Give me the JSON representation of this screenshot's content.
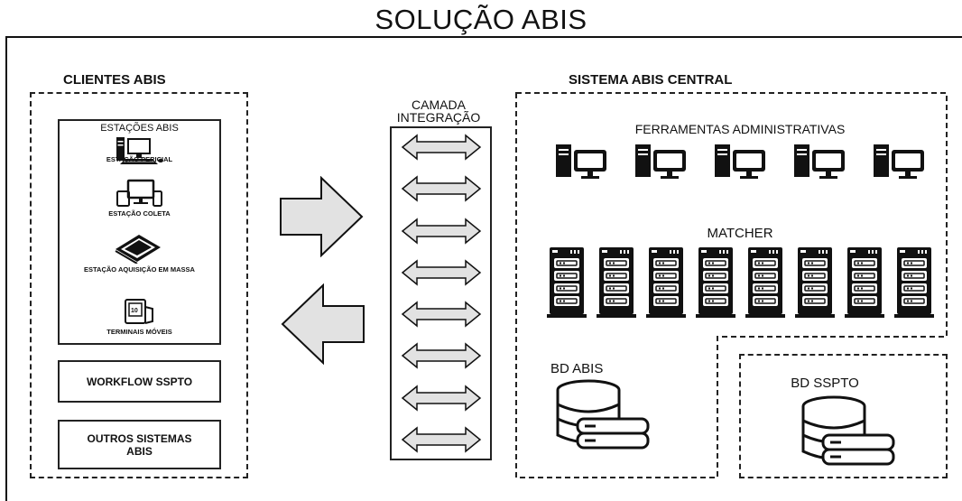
{
  "title": "SOLUÇÃO ABIS",
  "clients": {
    "heading": "CLIENTES ABIS",
    "stations_heading": "ESTAÇÕES ABIS",
    "stations": [
      {
        "label": "ESTAÇÃO PERICIAL",
        "icon": "workstation-icon"
      },
      {
        "label": "ESTAÇÃO COLETA",
        "icon": "devices-icon"
      },
      {
        "label": "ESTAÇÃO AQUISIÇÃO EM MASSA",
        "icon": "scanner-icon"
      },
      {
        "label": "TERMINAIS MÓVEIS",
        "icon": "mobile-terminal-icon"
      }
    ],
    "workflow": "WORKFLOW SSPTO",
    "others": "OUTROS SISTEMAS ABIS"
  },
  "integration": {
    "label_line1": "CAMADA",
    "label_line2": "INTEGRAÇÃO",
    "arrow_count": 8
  },
  "central": {
    "heading": "SISTEMA ABIS CENTRAL",
    "admin_tools": "FERRAMENTAS ADMINISTRATIVAS",
    "admin_count": 5,
    "matcher": "MATCHER",
    "matcher_count": 8,
    "db_abis": "BD ABIS",
    "db_sspto": "BD SSPTO"
  },
  "colors": {
    "arrow_fill": "#e2e2e2",
    "icon_dark": "#111111",
    "line": "#222222"
  }
}
